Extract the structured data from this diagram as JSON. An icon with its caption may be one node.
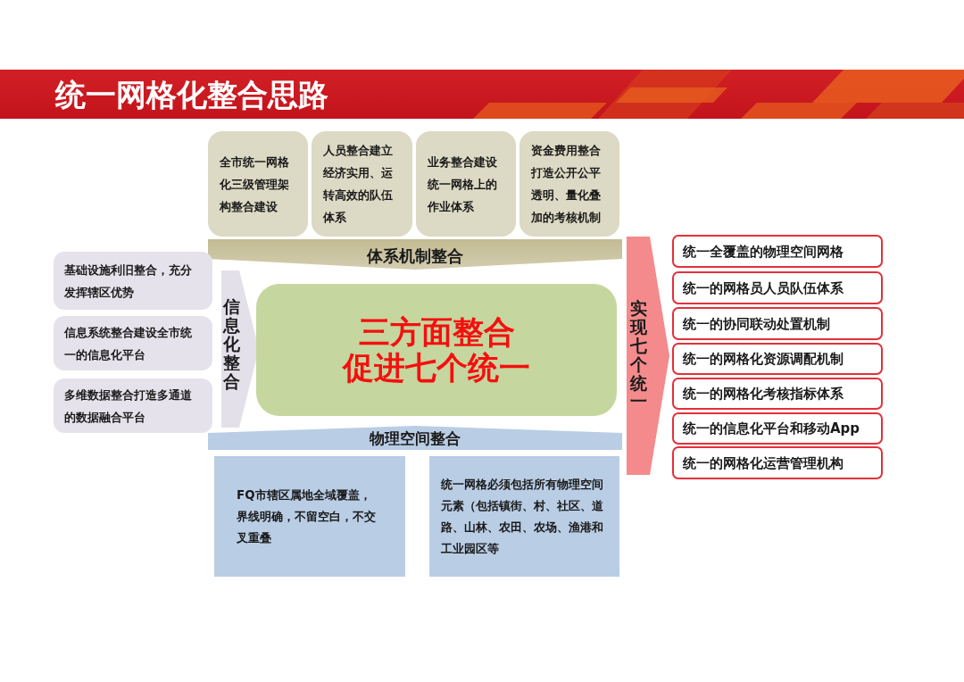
{
  "diagram": {
    "title": "统一网格化整合思路",
    "nodes": [
      {
        "text": [
          "全市统一网格化三级管理架构整合建设"
        ]
      },
      {
        "text": [
          "人员整合建立经济实用、运转高效的队伍体系"
        ]
      },
      {
        "text": [
          "业务整合建设统一网格上的作业体系"
        ]
      },
      {
        "text": [
          "资金费用整合打造公开公平透明、量化叠加的考核机制"
        ]
      },
      {
        "text": [
          "体系机制整合"
        ]
      },
      {
        "text": [
          "基础设施利旧整合，充分发挥辖区优势"
        ]
      },
      {
        "text": [
          "信息系统整合建设全市统一的信息化平台"
        ]
      },
      {
        "text": [
          "多维数据整合打造多通道的数据融合平台"
        ]
      },
      {
        "text": [
          "信息化整合"
        ]
      },
      {
        "text": [
          "三方面整合",
          "促进七个统一"
        ]
      },
      {
        "text": [
          "物理空间整合"
        ]
      },
      {
        "text": [
          "FQ市辖区属地全域覆盖，界线明确，不留空白，不交叉重叠"
        ]
      },
      {
        "text": [
          "统一网格必须包括所有物理空间元素（包括镇街、村、社区、道路、山林、农田、农场、渔港和工业园区等"
        ]
      },
      {
        "text": [
          "实现七个统一"
        ]
      },
      {
        "text": [
          "统一全覆盖的物理空间网格"
        ]
      },
      {
        "text": [
          "统一的网格员人员队伍体系"
        ]
      },
      {
        "text": [
          "统一的协同联动处置机制"
        ]
      },
      {
        "text": [
          "统一的网格化资源调配机制"
        ]
      },
      {
        "text": [
          "统一的网格化考核指标体系"
        ]
      },
      {
        "text": [
          "统一的信息化平台和移动App"
        ]
      },
      {
        "text": [
          "统一的网格化运营管理机构"
        ]
      }
    ]
  }
}
